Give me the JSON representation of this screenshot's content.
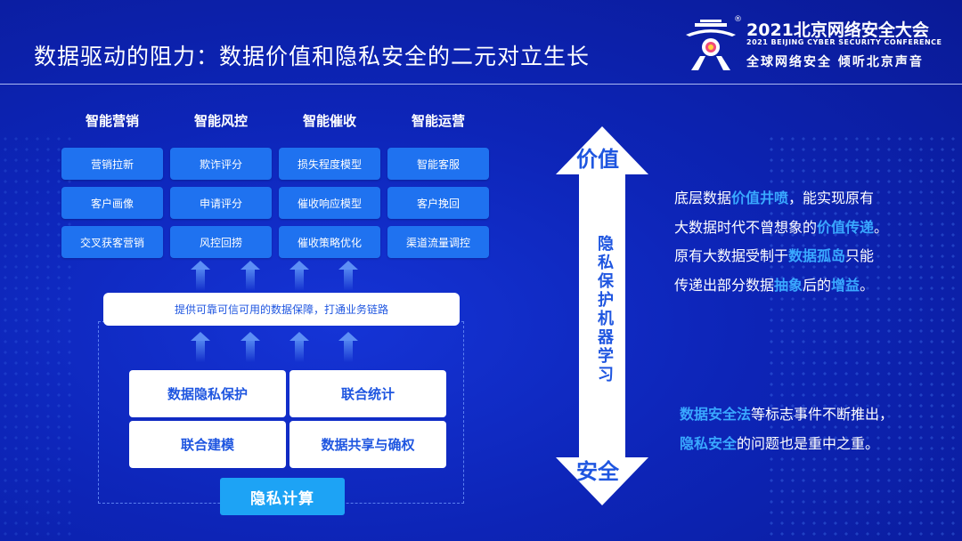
{
  "title": "数据驱动的阻力：数据价值和隐私安全的二元对立生长",
  "logo": {
    "reg_mark": "®",
    "line1": "2021北京网络安全大会",
    "line2": "2021 BEIJING CYBER SECURITY CONFERENCE",
    "line3": "全球网络安全  倾听北京声音"
  },
  "categories": [
    {
      "name": "智能营销",
      "items": [
        "营销拉新",
        "客户画像",
        "交叉获客营销"
      ]
    },
    {
      "name": "智能风控",
      "items": [
        "欺诈评分",
        "申请评分",
        "风控回捞"
      ]
    },
    {
      "name": "智能催收",
      "items": [
        "损失程度模型",
        "催收响应模型",
        "催收策略优化"
      ]
    },
    {
      "name": "智能运营",
      "items": [
        "智能客服",
        "客户挽回",
        "渠道流量调控"
      ]
    }
  ],
  "supply_text": "提供可靠可信可用的数据保障，打通业务链路",
  "privacy_boxes": [
    "数据隐私保护",
    "联合统计",
    "联合建模",
    "数据共享与确权"
  ],
  "privacy_compute": "隐私计算",
  "axis": {
    "top": "价值",
    "bottom": "安全",
    "middle": [
      "隐",
      "私",
      "保",
      "护",
      "机",
      "器",
      "学",
      "习"
    ]
  },
  "para1": {
    "line1": {
      "a": "底层数据",
      "b": "价值井喷",
      "c": "，能实现原有"
    },
    "line2": {
      "a": "大数据时代不曾想象的",
      "b": "价值传递",
      "c": "。"
    },
    "line3": {
      "a": "原有大数据受制于",
      "b": "数据孤岛",
      "c": "只能"
    },
    "line4": {
      "a": "传递出部分数据",
      "b": "抽象",
      "c": "后的",
      "d": "增益",
      "e": "。"
    }
  },
  "para2": {
    "line1": {
      "a": "数据安全法",
      "b": "等标志事件不断推出，"
    },
    "line2": {
      "a": "隐私安全",
      "b": "的问题也是重中之重。"
    }
  },
  "colors": {
    "background": "#0d25b8",
    "accent_box": "#1f72f0",
    "highlight": "#39a8ff",
    "text_blue": "#1f56e0",
    "compute_box": "#1da3f5"
  }
}
